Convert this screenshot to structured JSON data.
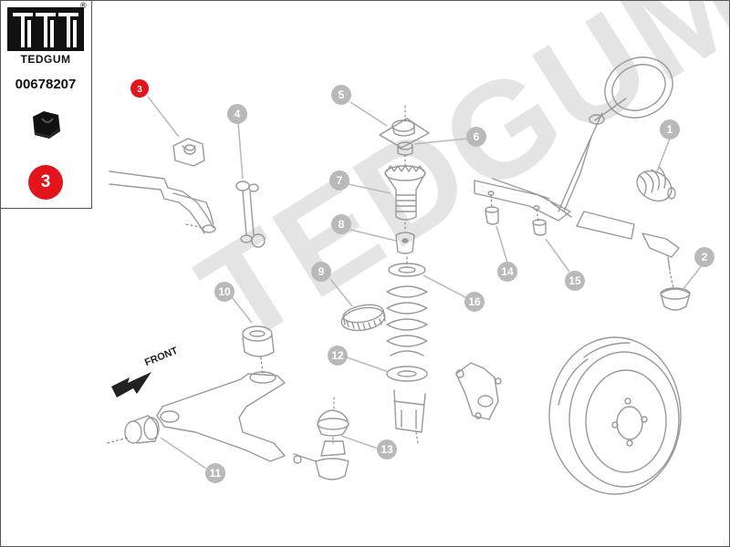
{
  "brand": {
    "name": "TEDGUM",
    "registered_mark": "®",
    "part_number": "00678207",
    "selected_position": "3"
  },
  "diagram": {
    "front_label": "FRONT",
    "watermark": "TEDGUM",
    "callouts": [
      "1",
      "2",
      "3",
      "4",
      "5",
      "6",
      "7",
      "8",
      "9",
      "10",
      "11",
      "12",
      "13",
      "14",
      "15",
      "16"
    ],
    "highlighted_callout": "3",
    "colors": {
      "callout_fill": "#b9b9b9",
      "highlight_fill": "#e3141b",
      "line_art": "#999999",
      "watermark": "#e4e4e4"
    }
  }
}
